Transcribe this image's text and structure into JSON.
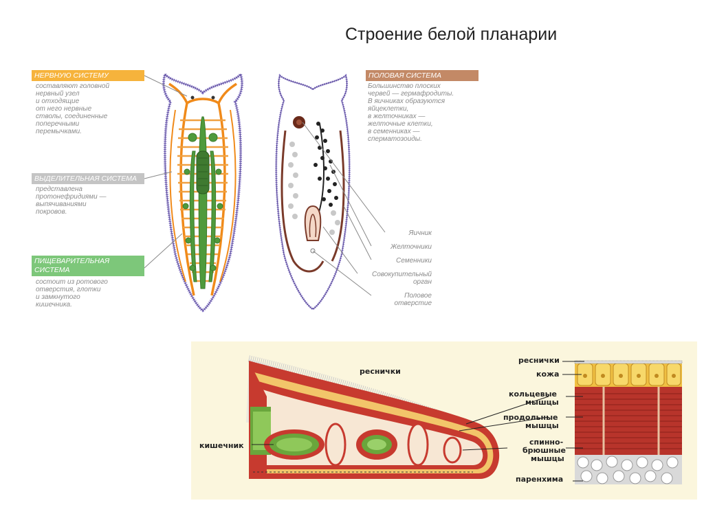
{
  "title": "Строение белой планарии",
  "colors": {
    "nervous": "#f6a623",
    "excretory": "#bdbdbd",
    "digestive": "#6cc06a",
    "reproductive": "#b8785a",
    "panel_bg": "#fbf6dd",
    "muscle": "#c0392b",
    "skin": "#e8a33a",
    "intestine": "#5aa83a"
  },
  "left": {
    "nervous": {
      "tag": "НЕРВНУЮ СИСТЕМУ",
      "lines": [
        "составляют головной",
        "нервный узел",
        "и отходящие",
        "от него нервные",
        "стволы, соединенные",
        "поперечными",
        "перемычками."
      ]
    },
    "excretory": {
      "tag": "ВЫДЕЛИТЕЛЬНАЯ СИСТЕМА",
      "lines": [
        "представлена",
        "протонефридиями —",
        "выпячиваниями",
        "покровов."
      ]
    },
    "digestive": {
      "tag1": "ПИЩЕВАРИТЕЛЬНАЯ",
      "tag2": "СИСТЕМА",
      "lines": [
        "состоит из ротового",
        "отверстия, глотки",
        "и замкнутого",
        "кишечника."
      ]
    }
  },
  "right": {
    "reproductive": {
      "tag": "ПОЛОВАЯ СИСТЕМА",
      "lines": [
        "Большинство плоских",
        "червей — гермафродиты.",
        "В яичниках образуются",
        "яйцеклетки,",
        "в желточниках —",
        "желточные клетки,",
        "в семенниках —",
        "сперматозоиды."
      ]
    },
    "labels": {
      "ovary": "Яичник",
      "vitellaria": "Желточники",
      "testes": "Семенники",
      "copulatory1": "Совокупительный",
      "copulatory2": "орган",
      "genital1": "Половое",
      "genital2": "отверстие"
    }
  },
  "section": {
    "cilia_top": "реснички",
    "intestine": "кишечник",
    "cilia": "реснички",
    "skin": "кожа",
    "circular1": "кольцевые",
    "circular2": "мышцы",
    "longitudinal1": "продольные",
    "longitudinal2": "мышцы",
    "dorsoventral1": "спинно-",
    "dorsoventral2": "брюшные",
    "dorsoventral3": "мышцы",
    "parenchyma": "паренхима"
  }
}
